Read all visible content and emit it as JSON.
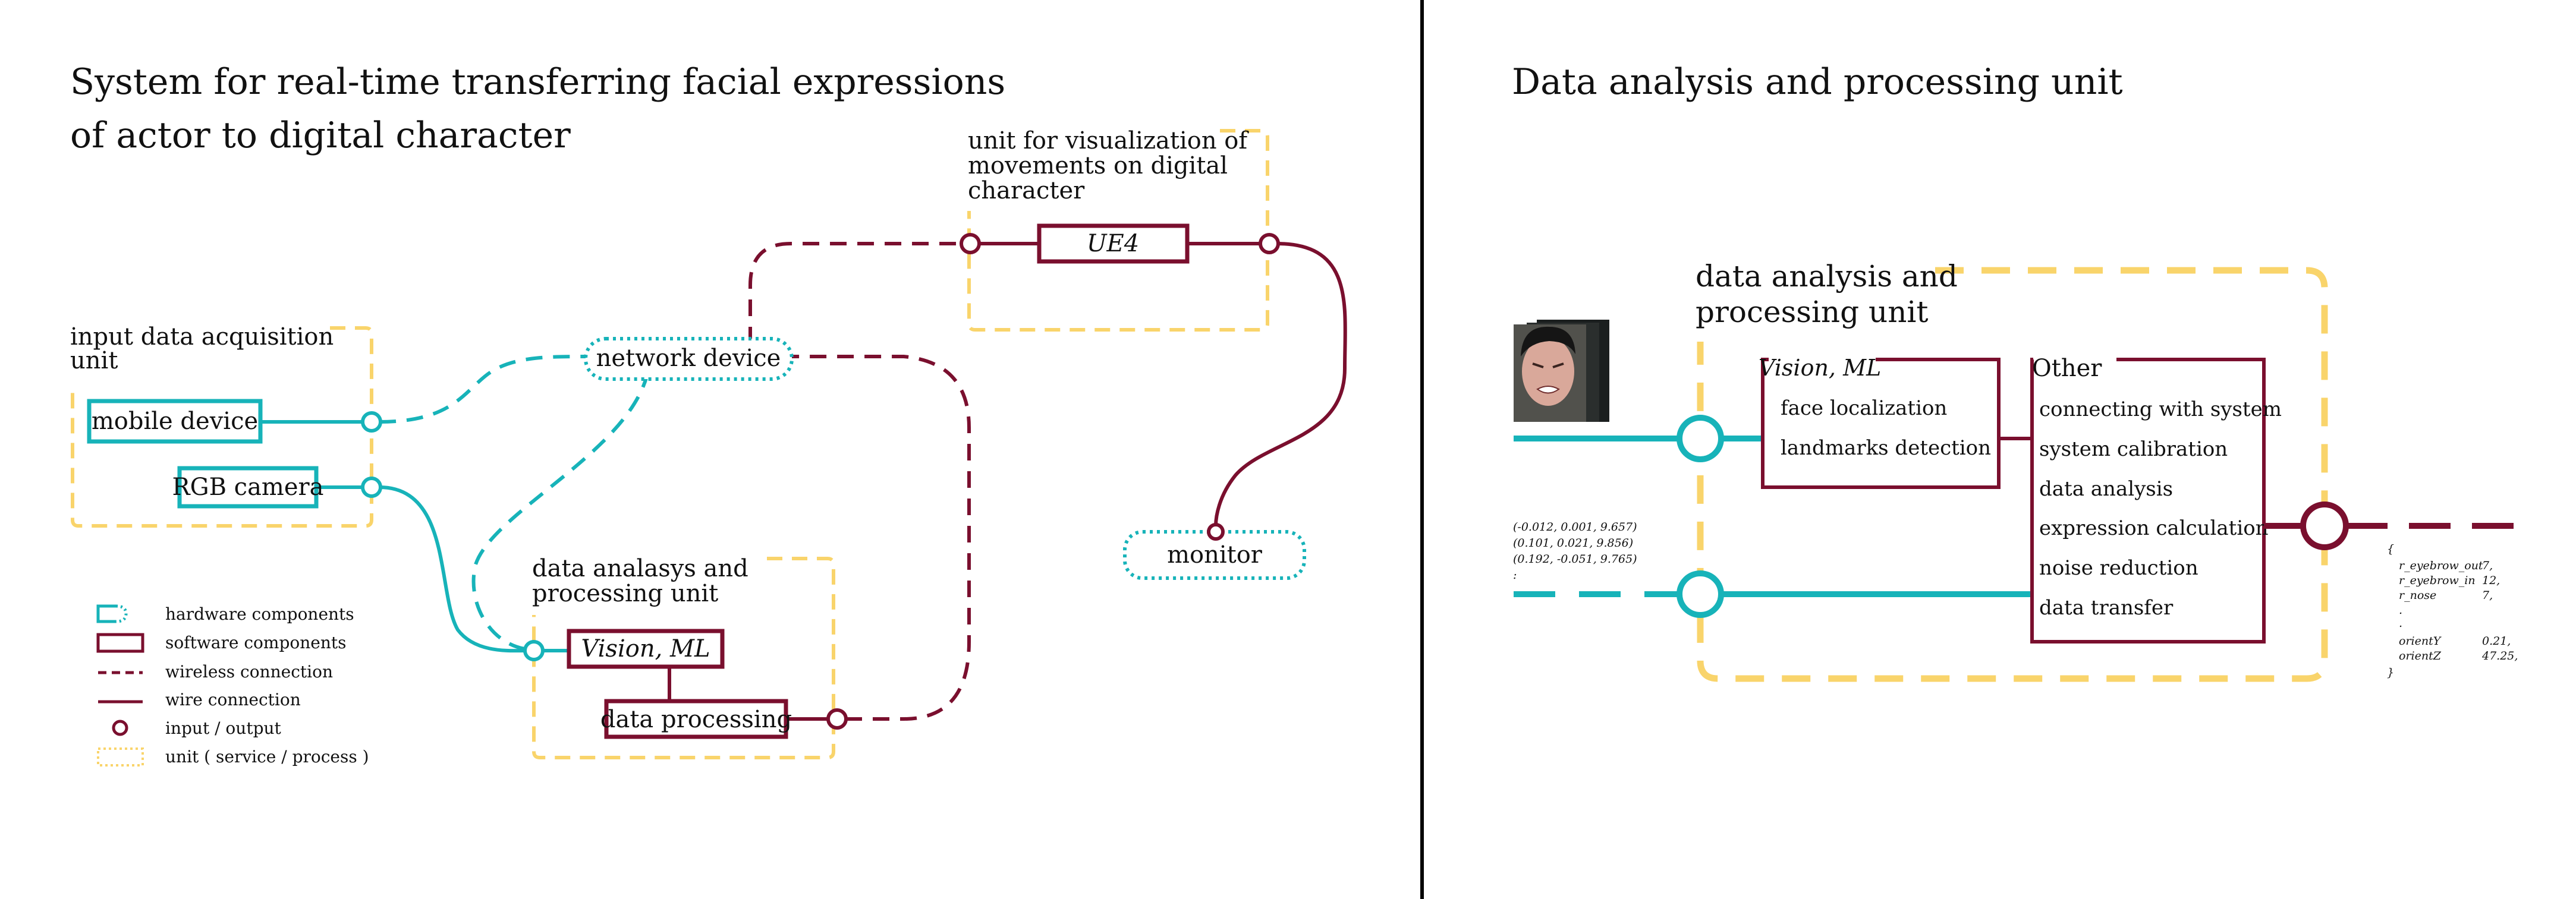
{
  "left_panel": {
    "title_line1": "System for real-time transferring facial expressions",
    "title_line2": "of actor to digital character",
    "input_unit_line1": "input data acquisition",
    "input_unit_line2": "unit",
    "mobile_device": "mobile device",
    "rgb_camera": "RGB camera",
    "network_device": "network device",
    "vis_unit_line1": "unit for visualization of",
    "vis_unit_line2": "movements on digital",
    "vis_unit_line3": "character",
    "ue4": "UE4",
    "monitor": "monitor",
    "dap_unit_line1": "data analasys and",
    "dap_unit_line2": "processing unit",
    "vision_ml": "Vision, ML",
    "data_processing": "data processing",
    "legend": [
      "hardware components",
      "software components",
      "wireless connection",
      "wire connection",
      "input / output",
      "unit ( service / process )"
    ]
  },
  "right_panel": {
    "title": "Data analysis and processing unit",
    "unit_line1": "data analysis and",
    "unit_line2": "processing unit",
    "vision_ml": "Vision, ML",
    "vision_items": [
      "face localization",
      "landmarks detection"
    ],
    "other_title": "Other",
    "other_items": [
      "connecting with system",
      "system calibration",
      "data analysis",
      "expression calculation",
      "noise reduction",
      "data transfer"
    ],
    "input_data": [
      "(-0.012, 0.001, 9.657)",
      "(0.101, 0.021, 9.856)",
      "(0.192, -0.051, 9.765)",
      ":"
    ],
    "output_open": "{",
    "output_rows": [
      {
        "key": "r_eyebrow_out",
        "val": "7,"
      },
      {
        "key": "r_eyebrow_in",
        "val": "12,"
      },
      {
        "key": "r_nose",
        "val": "7,"
      },
      {
        "key": ".",
        "val": ""
      },
      {
        "key": ".",
        "val": ""
      },
      {
        "key": "orientY",
        "val": "0.21,"
      },
      {
        "key": "orientZ",
        "val": "47.25,"
      }
    ],
    "output_close": "}"
  },
  "colors": {
    "teal": "#17b3b9",
    "maroon": "#7a0f2e",
    "yellow": "#f9d46b",
    "divider": "#000000"
  }
}
